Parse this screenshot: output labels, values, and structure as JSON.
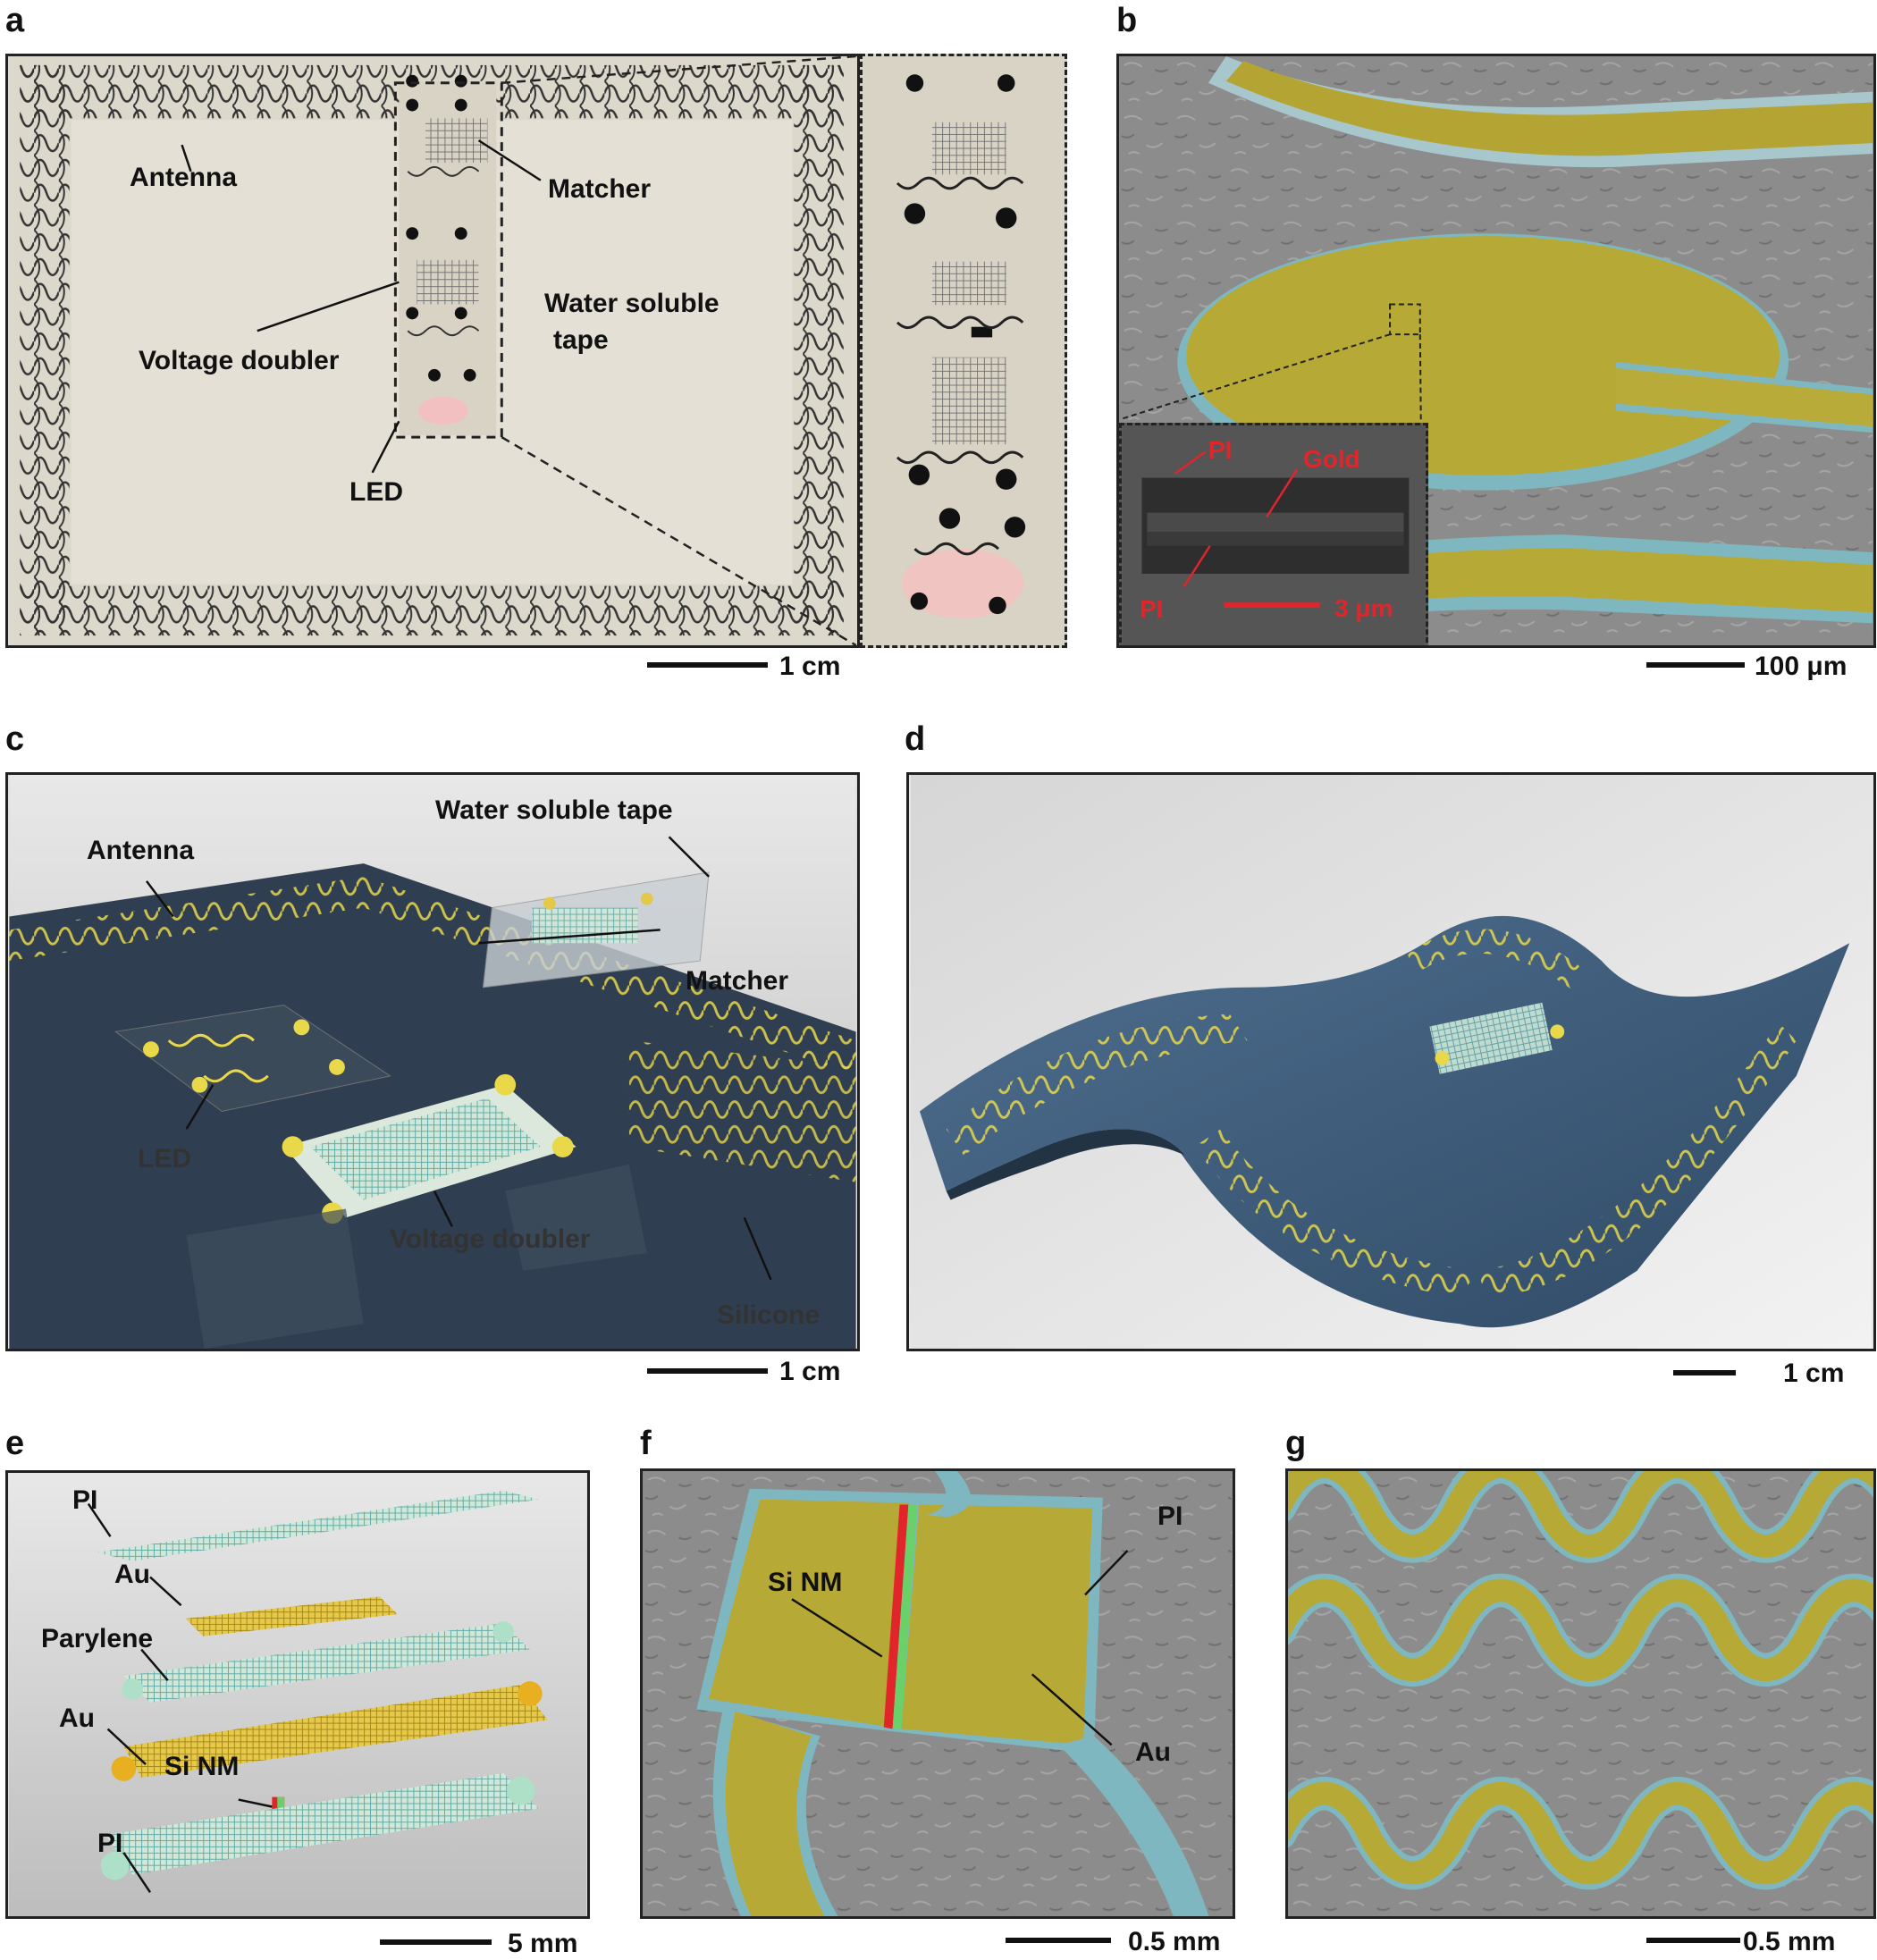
{
  "panels": {
    "a": {
      "letter": "a",
      "labels": {
        "antenna": "Antenna",
        "matcher": "Matcher",
        "water": "Water  soluble",
        "tape": "tape",
        "voltage": "Voltage  doubler",
        "led": "LED"
      },
      "scale": "1 cm"
    },
    "b": {
      "letter": "b",
      "inset": {
        "pi_top": "PI",
        "gold": "Gold",
        "pi_bottom": "PI",
        "inset_scale": "3 μm"
      },
      "scale": "100 μm"
    },
    "c": {
      "letter": "c",
      "labels": {
        "water_tape": "Water  soluble  tape",
        "antenna": "Antenna",
        "matcher": "Matcher",
        "led": "LED",
        "voltage": "Voltage  doubler",
        "silicone": "Silicone"
      },
      "scale": "1 cm"
    },
    "d": {
      "letter": "d",
      "scale": "1 cm"
    },
    "e": {
      "letter": "e",
      "labels": {
        "pi1": "PI",
        "au1": "Au",
        "parylene": "Parylene",
        "au2": "Au",
        "sinm": "Si NM",
        "pi2": "PI"
      },
      "scale": "5 mm"
    },
    "f": {
      "letter": "f",
      "labels": {
        "sinm": "Si NM",
        "pi": "PI",
        "au": "Au"
      },
      "scale": "0.5 mm"
    },
    "g": {
      "letter": "g",
      "scale": "0.5 mm"
    }
  },
  "colors": {
    "gold": "#b8a82a",
    "polyimide": "#7fb7c0",
    "sem_gray": "#8a8a8a",
    "red_label": "#e0262a",
    "silicone": "#3a4a5a"
  }
}
